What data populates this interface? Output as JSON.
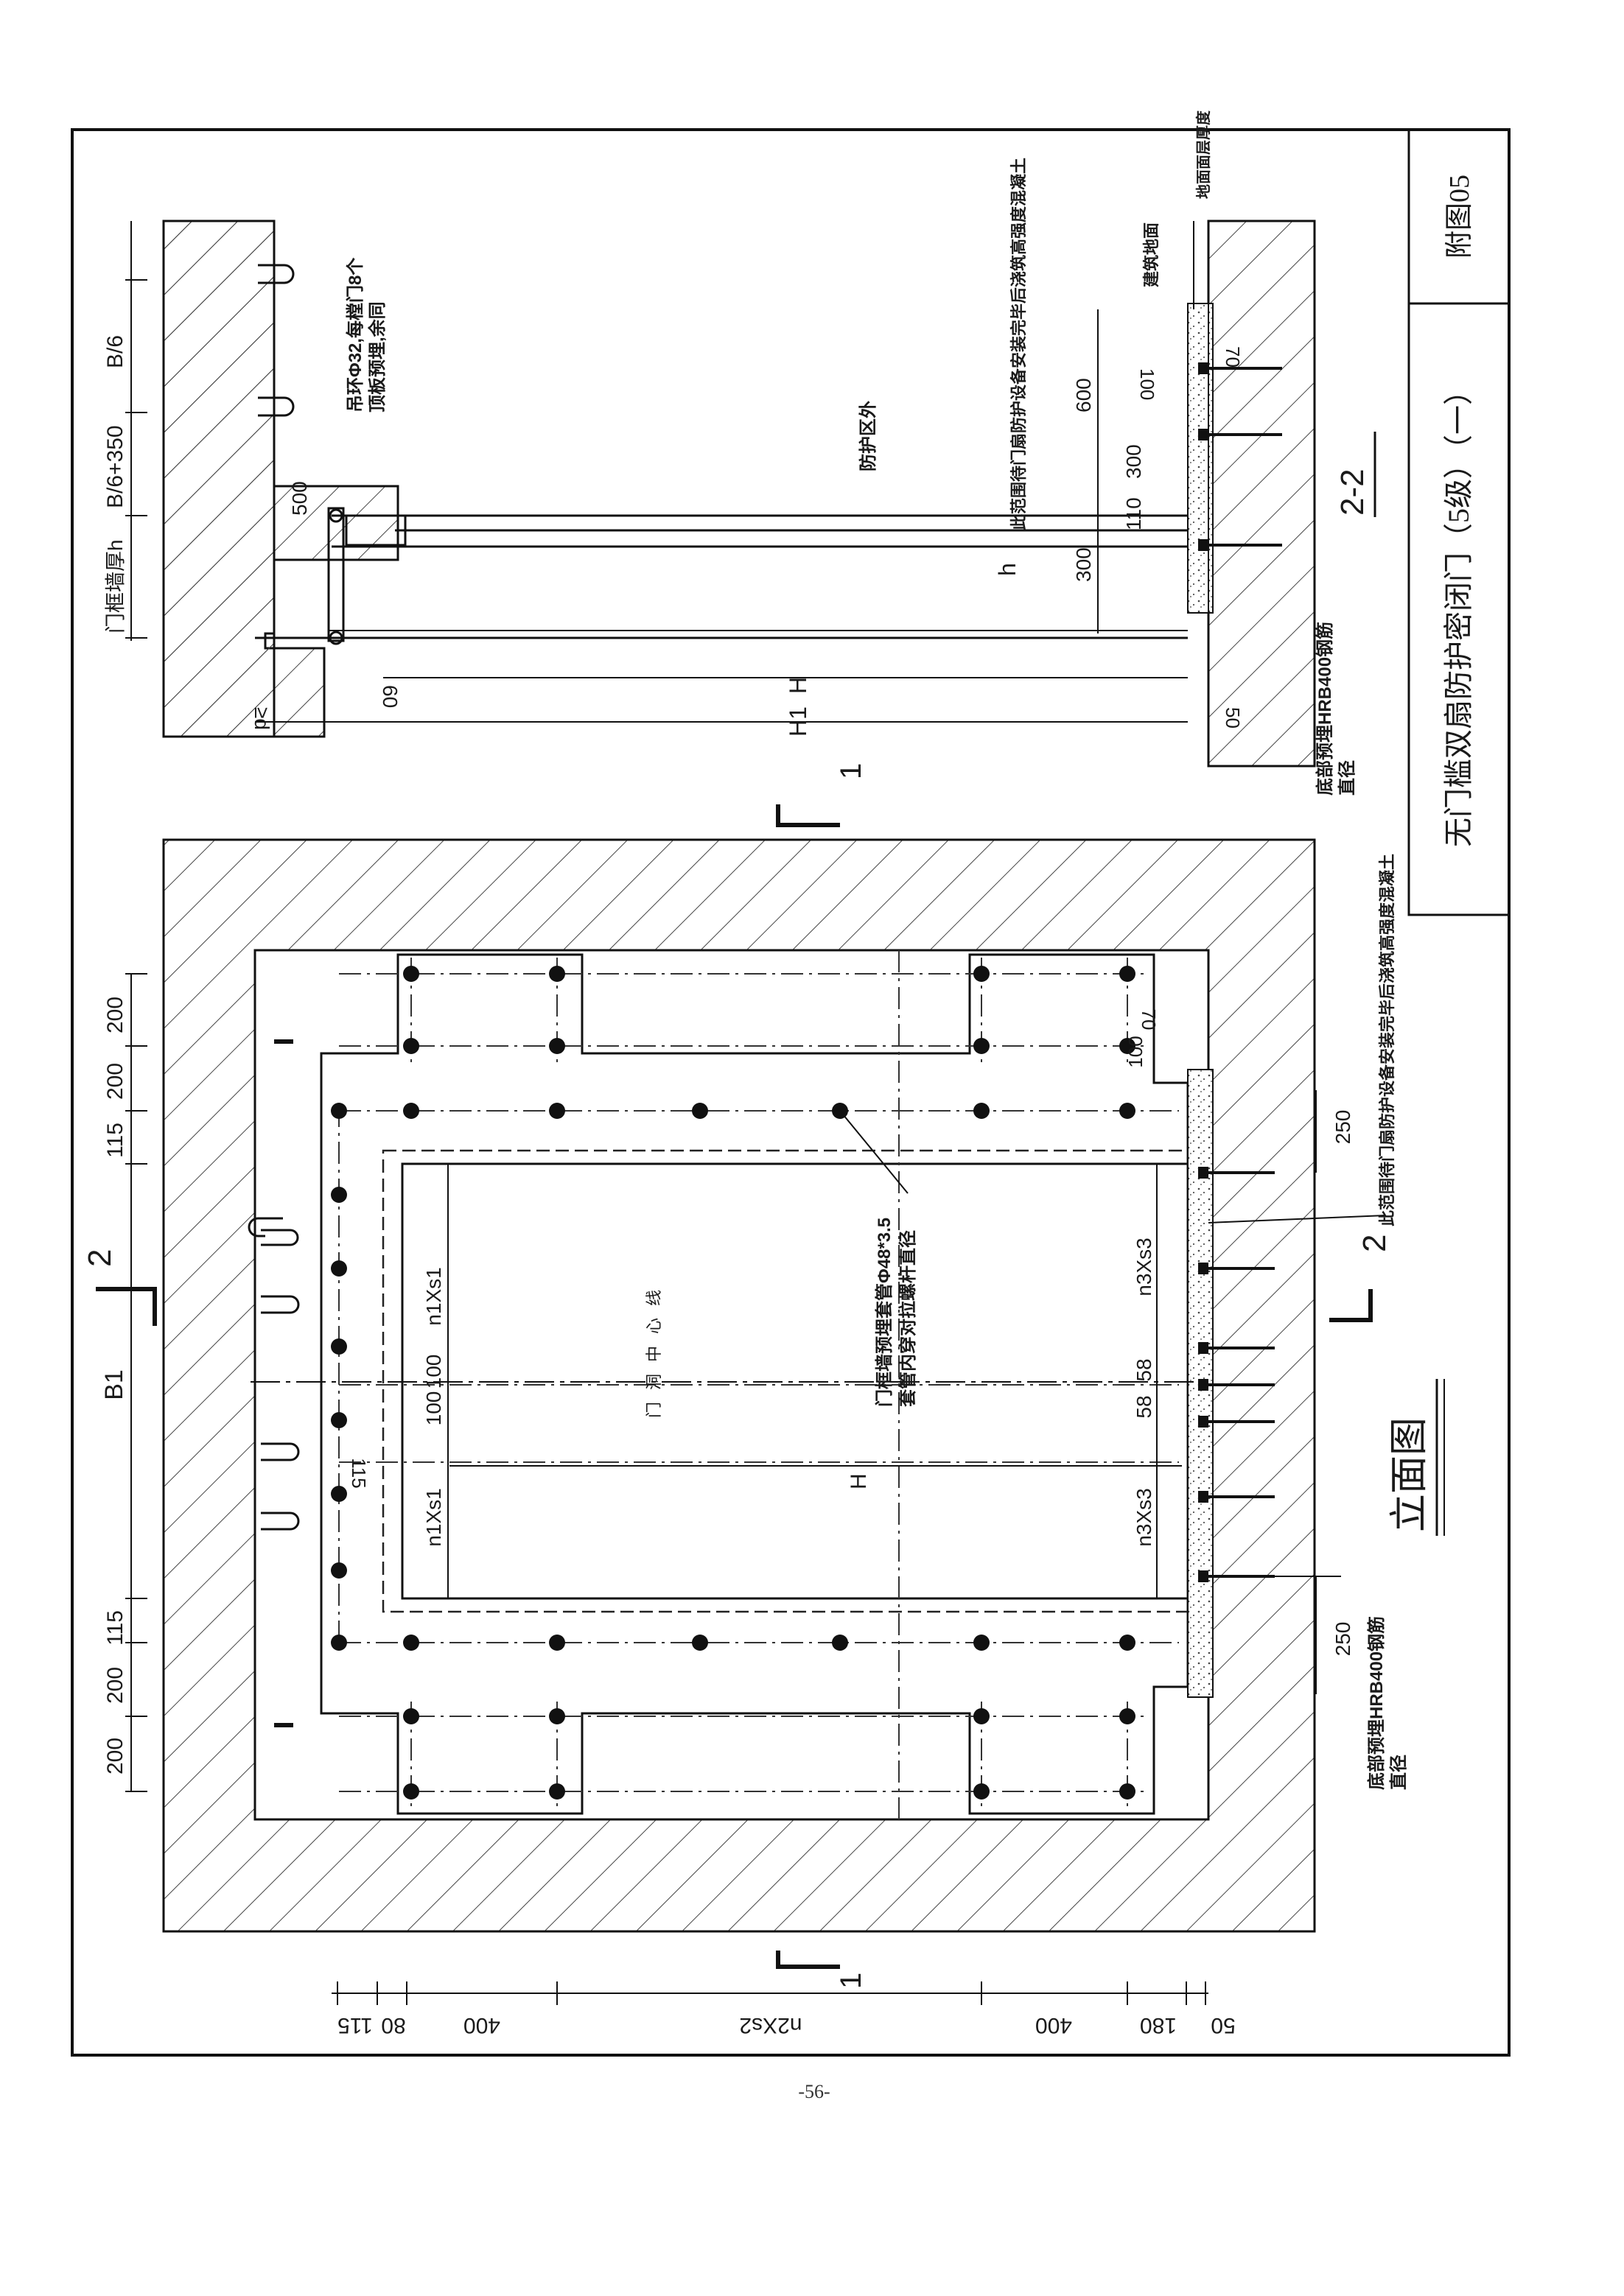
{
  "title_block": {
    "title": "无门槛双扇防护密闭门（5级）（一）",
    "drawing_no": "附图05"
  },
  "elevation": {
    "view_title": "立面图",
    "section_mark_1": "1",
    "section_mark_2": "2",
    "center_line_label": "门洞中心线",
    "left_dims": [
      "200",
      "200",
      "115",
      "B1",
      "115",
      "200",
      "200"
    ],
    "top_dims": [
      "115",
      "80",
      "400",
      "n2Xs2",
      "400",
      "180",
      "50"
    ],
    "inner_dims": [
      "n1Xs1",
      "100",
      "100",
      "n1Xs1",
      "115"
    ],
    "right_dims": [
      "n3Xs3",
      "58",
      "58",
      "n3Xs3"
    ],
    "misc_dims": [
      "H",
      "250",
      "250",
      "100",
      "70"
    ],
    "note_sleeve": "门框墙预埋套管Φ48*3.5",
    "note_sleeve_2": "套管内穿对拉螺杆直径",
    "note_bottom_rebar": "底部预埋HRB400钢筋",
    "note_bottom_rebar_2": "直径",
    "note_groove": "此范围待门扇防护设备安装完毕后浇筑高强度混凝土"
  },
  "section_2_2": {
    "label": "2-2",
    "protected_outside": "防护区外",
    "door_frame_wall_thickness": "门框墙厚h",
    "dim_top": "B/6",
    "dim_mid": "B/6+350",
    "dim_500": "500",
    "note_lifting_ring": "吊环Φ32,每樘门8个",
    "note_lifting_ring_2": "顶板预埋,余同",
    "dim_h": "h",
    "dim_H": "H",
    "dim_H1": "H1",
    "dim_pd": "≥d",
    "dim_60": "60",
    "dim_600": "600",
    "dim_300a": "300",
    "dim_110": "110",
    "dim_300b": "300",
    "dim_100": "100",
    "dim_70": "70",
    "dim_50": "50",
    "note_floor": "建筑地面",
    "note_floor_finish": "地面面层厚度",
    "note_bottom_rebar": "底部预埋HRB400钢筋",
    "note_bottom_rebar_2": "直径",
    "note_groove": "此范围待门扇防护设备安装完毕后浇筑高强度混凝土"
  },
  "page_number": "-56-"
}
